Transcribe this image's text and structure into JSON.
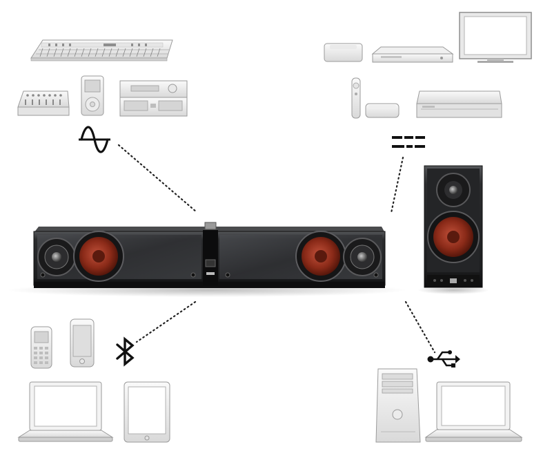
{
  "diagram": {
    "groups": [
      {
        "id": "analog",
        "icon": "analog-sine-icon",
        "devices": [
          "keyboard-synthesizer",
          "mixing-desk",
          "portable-music-player",
          "hifi-stereo-system"
        ]
      },
      {
        "id": "digital-optical",
        "icon": "optical-digital-icon",
        "devices": [
          "apple-tv",
          "blu-ray-player",
          "flat-tv",
          "remote-control",
          "mac-mini",
          "game-console"
        ]
      },
      {
        "id": "bluetooth",
        "icon": "bluetooth-icon",
        "devices": [
          "feature-phone",
          "smartphone",
          "laptop",
          "tablet"
        ]
      },
      {
        "id": "usb",
        "icon": "usb-icon",
        "devices": [
          "desktop-tower-pc",
          "laptop"
        ]
      }
    ],
    "hub": {
      "name": "soundbar",
      "subwoofer_partner": "wireless-bookshelf-speaker"
    },
    "colors": {
      "line": "#222222",
      "device_fill": "#f2f2f2",
      "device_stroke": "#9a9a9a",
      "bar_body": "#2a2b2d",
      "driver_cone": "#8a2a18"
    }
  }
}
